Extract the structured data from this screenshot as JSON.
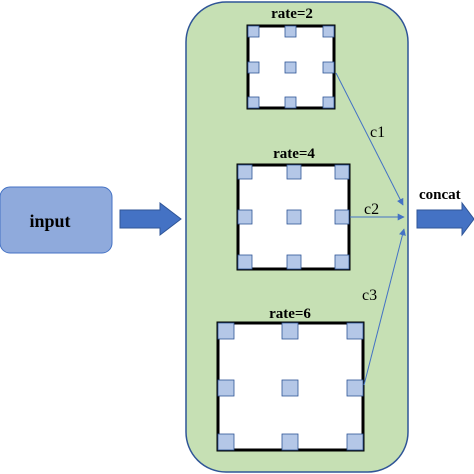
{
  "input": {
    "label": "input"
  },
  "output": {
    "label": "concat"
  },
  "blocks": [
    {
      "rate_label": "rate=2",
      "channel_label": "c1"
    },
    {
      "rate_label": "rate=4",
      "channel_label": "c2"
    },
    {
      "rate_label": "rate=6",
      "channel_label": "c3"
    }
  ],
  "colors": {
    "container_fill": "#c6e0b4",
    "container_stroke": "#2f5597",
    "input_fill": "#8faadc",
    "arrow_fill": "#4472c4",
    "kernel_fill": "#b4c7e7",
    "thin_arrow": "#4472c4"
  }
}
